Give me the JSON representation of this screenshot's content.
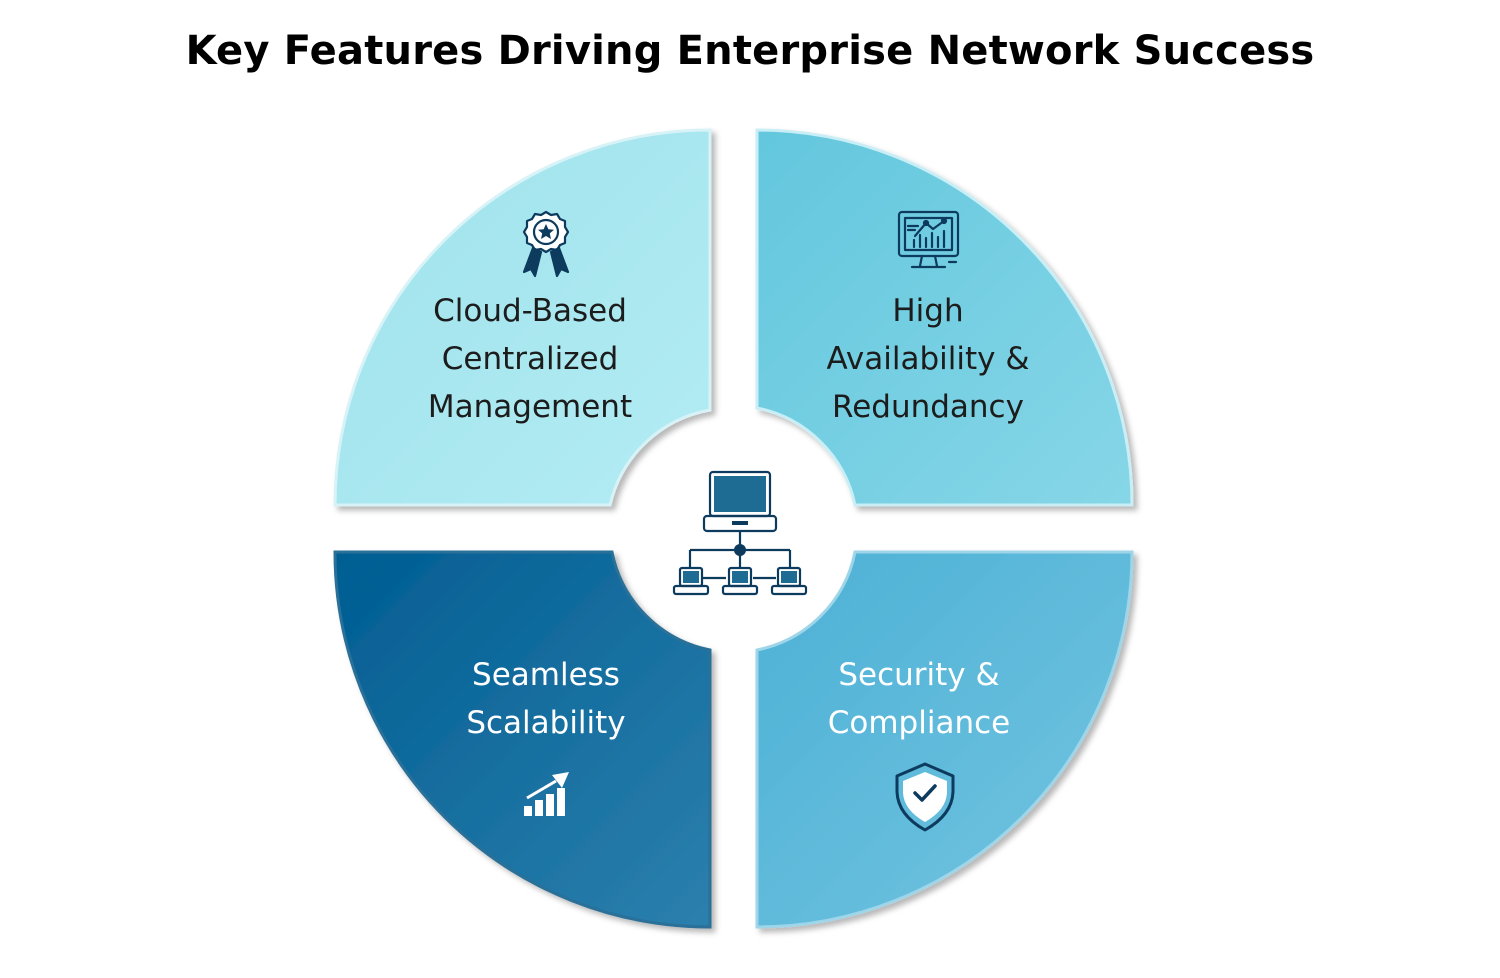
{
  "title": "Key Features Driving Enterprise Network Success",
  "quadrants": [
    {
      "id": "top-left",
      "lines": [
        "Cloud-Based",
        "Centralized",
        "Management"
      ],
      "icon": "award-ribbon-icon",
      "color": "#a6e6ef"
    },
    {
      "id": "top-right",
      "lines": [
        "High",
        "Availability &",
        "Redundancy"
      ],
      "icon": "analytics-monitor-icon",
      "color": "#72cde0"
    },
    {
      "id": "bottom-left",
      "lines": [
        "Seamless",
        "Scalability"
      ],
      "icon": "growth-chart-icon",
      "color": "#00679a"
    },
    {
      "id": "bottom-right",
      "lines": [
        "Security &",
        "Compliance"
      ],
      "icon": "shield-check-icon",
      "color": "#5ab7d8"
    }
  ],
  "center_icon": "network-computers-icon",
  "colors": {
    "icon_dark": "#0d3b5e",
    "icon_light": "#ffffff"
  }
}
